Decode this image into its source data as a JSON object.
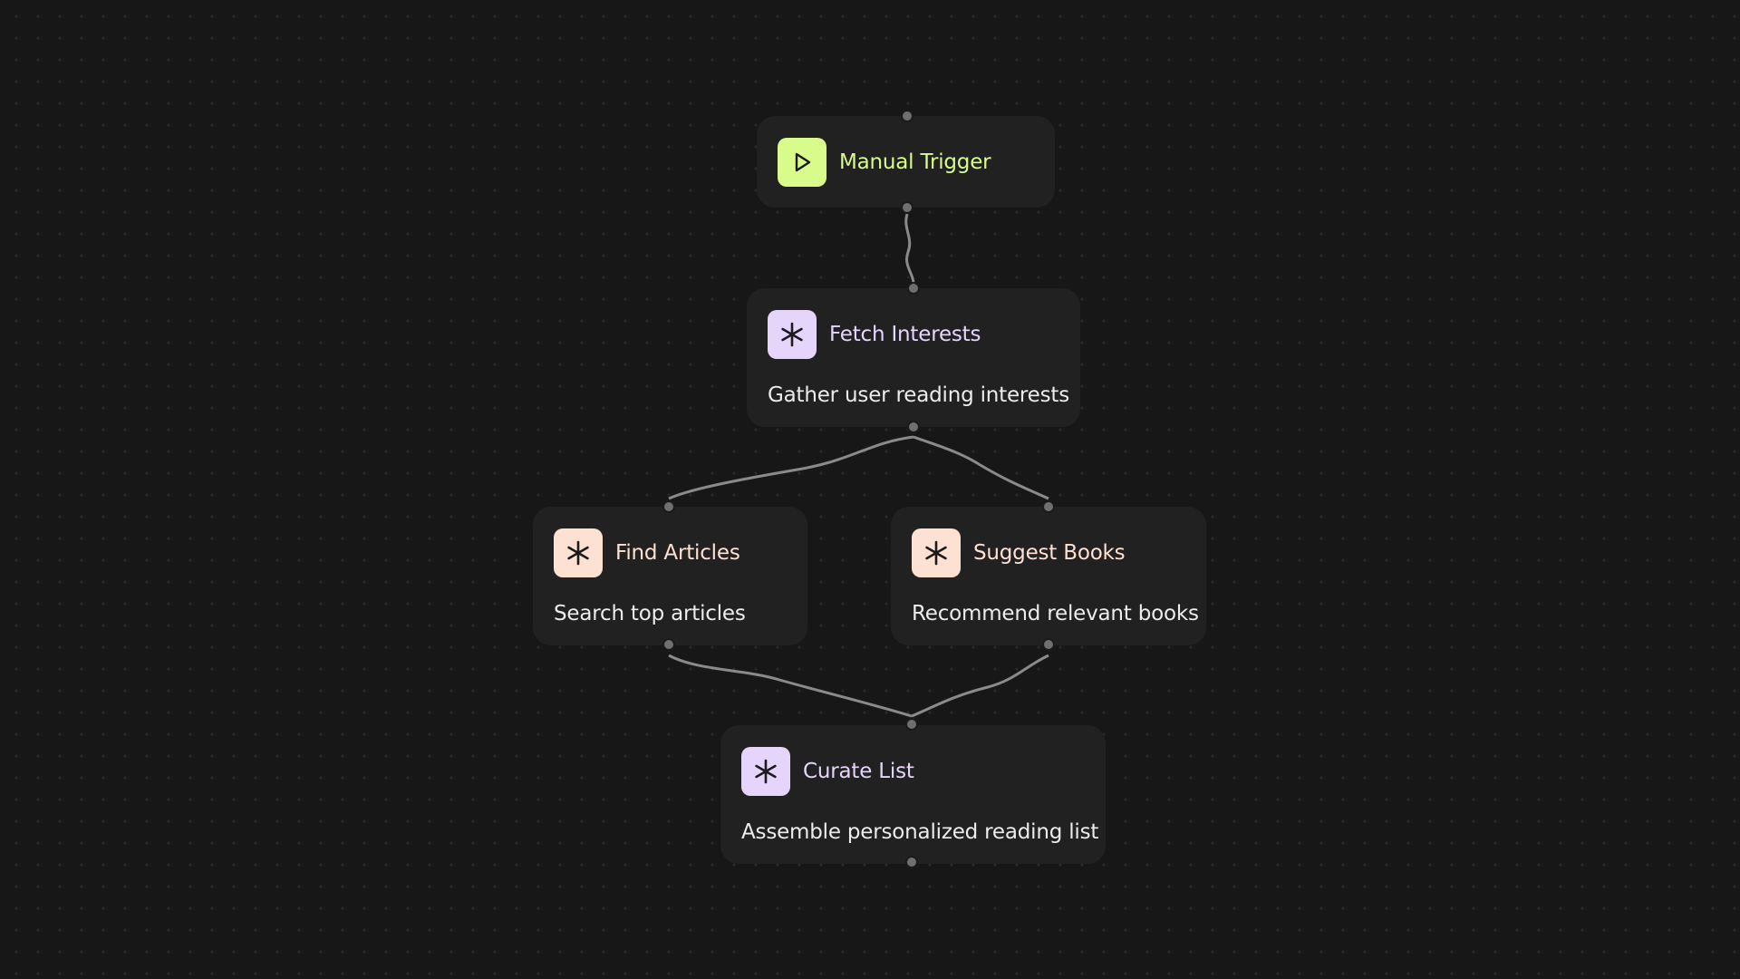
{
  "colors": {
    "background": "#171717",
    "node_bg": "#212121",
    "trigger_accent": "#d9fb8c",
    "ai_accent_lilac": "#e6d5fb",
    "ai_accent_peach": "#fde1d2",
    "edge": "#8a8a8a"
  },
  "nodes": {
    "manual_trigger": {
      "title": "Manual Trigger",
      "icon": "play-icon"
    },
    "fetch_interests": {
      "title": "Fetch Interests",
      "description": "Gather user reading interests",
      "icon": "asterisk-icon"
    },
    "find_articles": {
      "title": "Find Articles",
      "description": "Search top articles",
      "icon": "asterisk-icon"
    },
    "suggest_books": {
      "title": "Suggest Books",
      "description": "Recommend relevant books",
      "icon": "asterisk-icon"
    },
    "curate_list": {
      "title": "Curate List",
      "description": "Assemble personalized reading list",
      "icon": "asterisk-icon"
    }
  },
  "edges": [
    {
      "from": "manual_trigger",
      "to": "fetch_interests"
    },
    {
      "from": "fetch_interests",
      "to": "find_articles"
    },
    {
      "from": "fetch_interests",
      "to": "suggest_books"
    },
    {
      "from": "find_articles",
      "to": "curate_list"
    },
    {
      "from": "suggest_books",
      "to": "curate_list"
    }
  ]
}
